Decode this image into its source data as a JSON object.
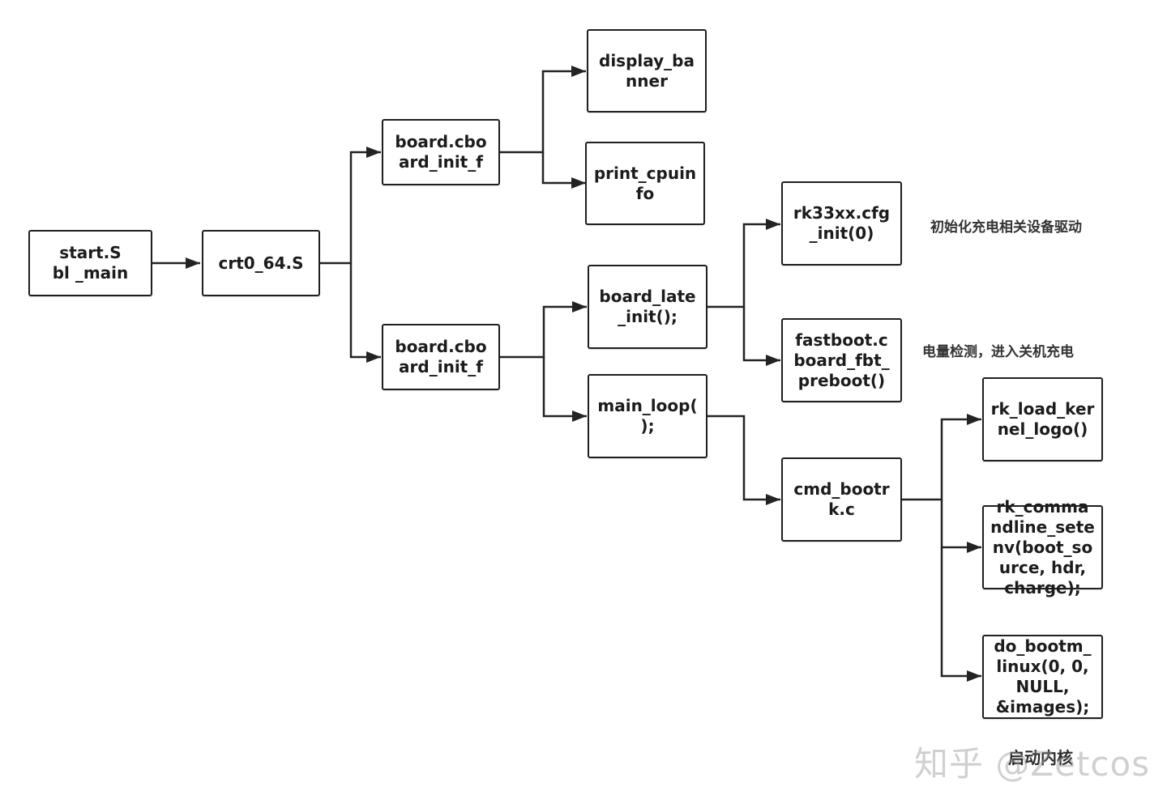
{
  "nodes": {
    "start": "start.S\nbl _main",
    "crt0": "crt0_64.S",
    "board_f_top": "board.cbo\nard_init_f",
    "board_f_bottom": "board.cbo\nard_init_f",
    "display_banner": "display_ba\nnner",
    "print_cpuinfo": "print_cpuin\nfo",
    "board_late_init": "board_late\n_init();",
    "main_loop": "main_loop(\n);",
    "rk33xx_cfg_init": "rk33xx.cfg\n_init(0)",
    "fastboot": "fastboot.c\nboard_fbt_\npreboot()",
    "cmd_bootrk": "cmd_bootr\nk.c",
    "rk_load_kernel_logo": "rk_load_ker\nnel_logo()",
    "rk_commandline_setenv": "rk_comma\nndline_sete\nnv(boot_so\nurce, hdr,\ncharge);",
    "do_bootm_linux": "do_bootm_\nlinux(0, 0,\nNULL,\n&images);"
  },
  "notes": {
    "charge_drivers": "初始化充电相关设备驱动",
    "battery_check": "电量检测，进入关机充电"
  },
  "watermark": {
    "text": "知乎 @Zetcos",
    "extra": "启动内核"
  },
  "colors": {
    "line": "#232323",
    "border": "#1f1f1f",
    "text": "#1c1c1c"
  }
}
